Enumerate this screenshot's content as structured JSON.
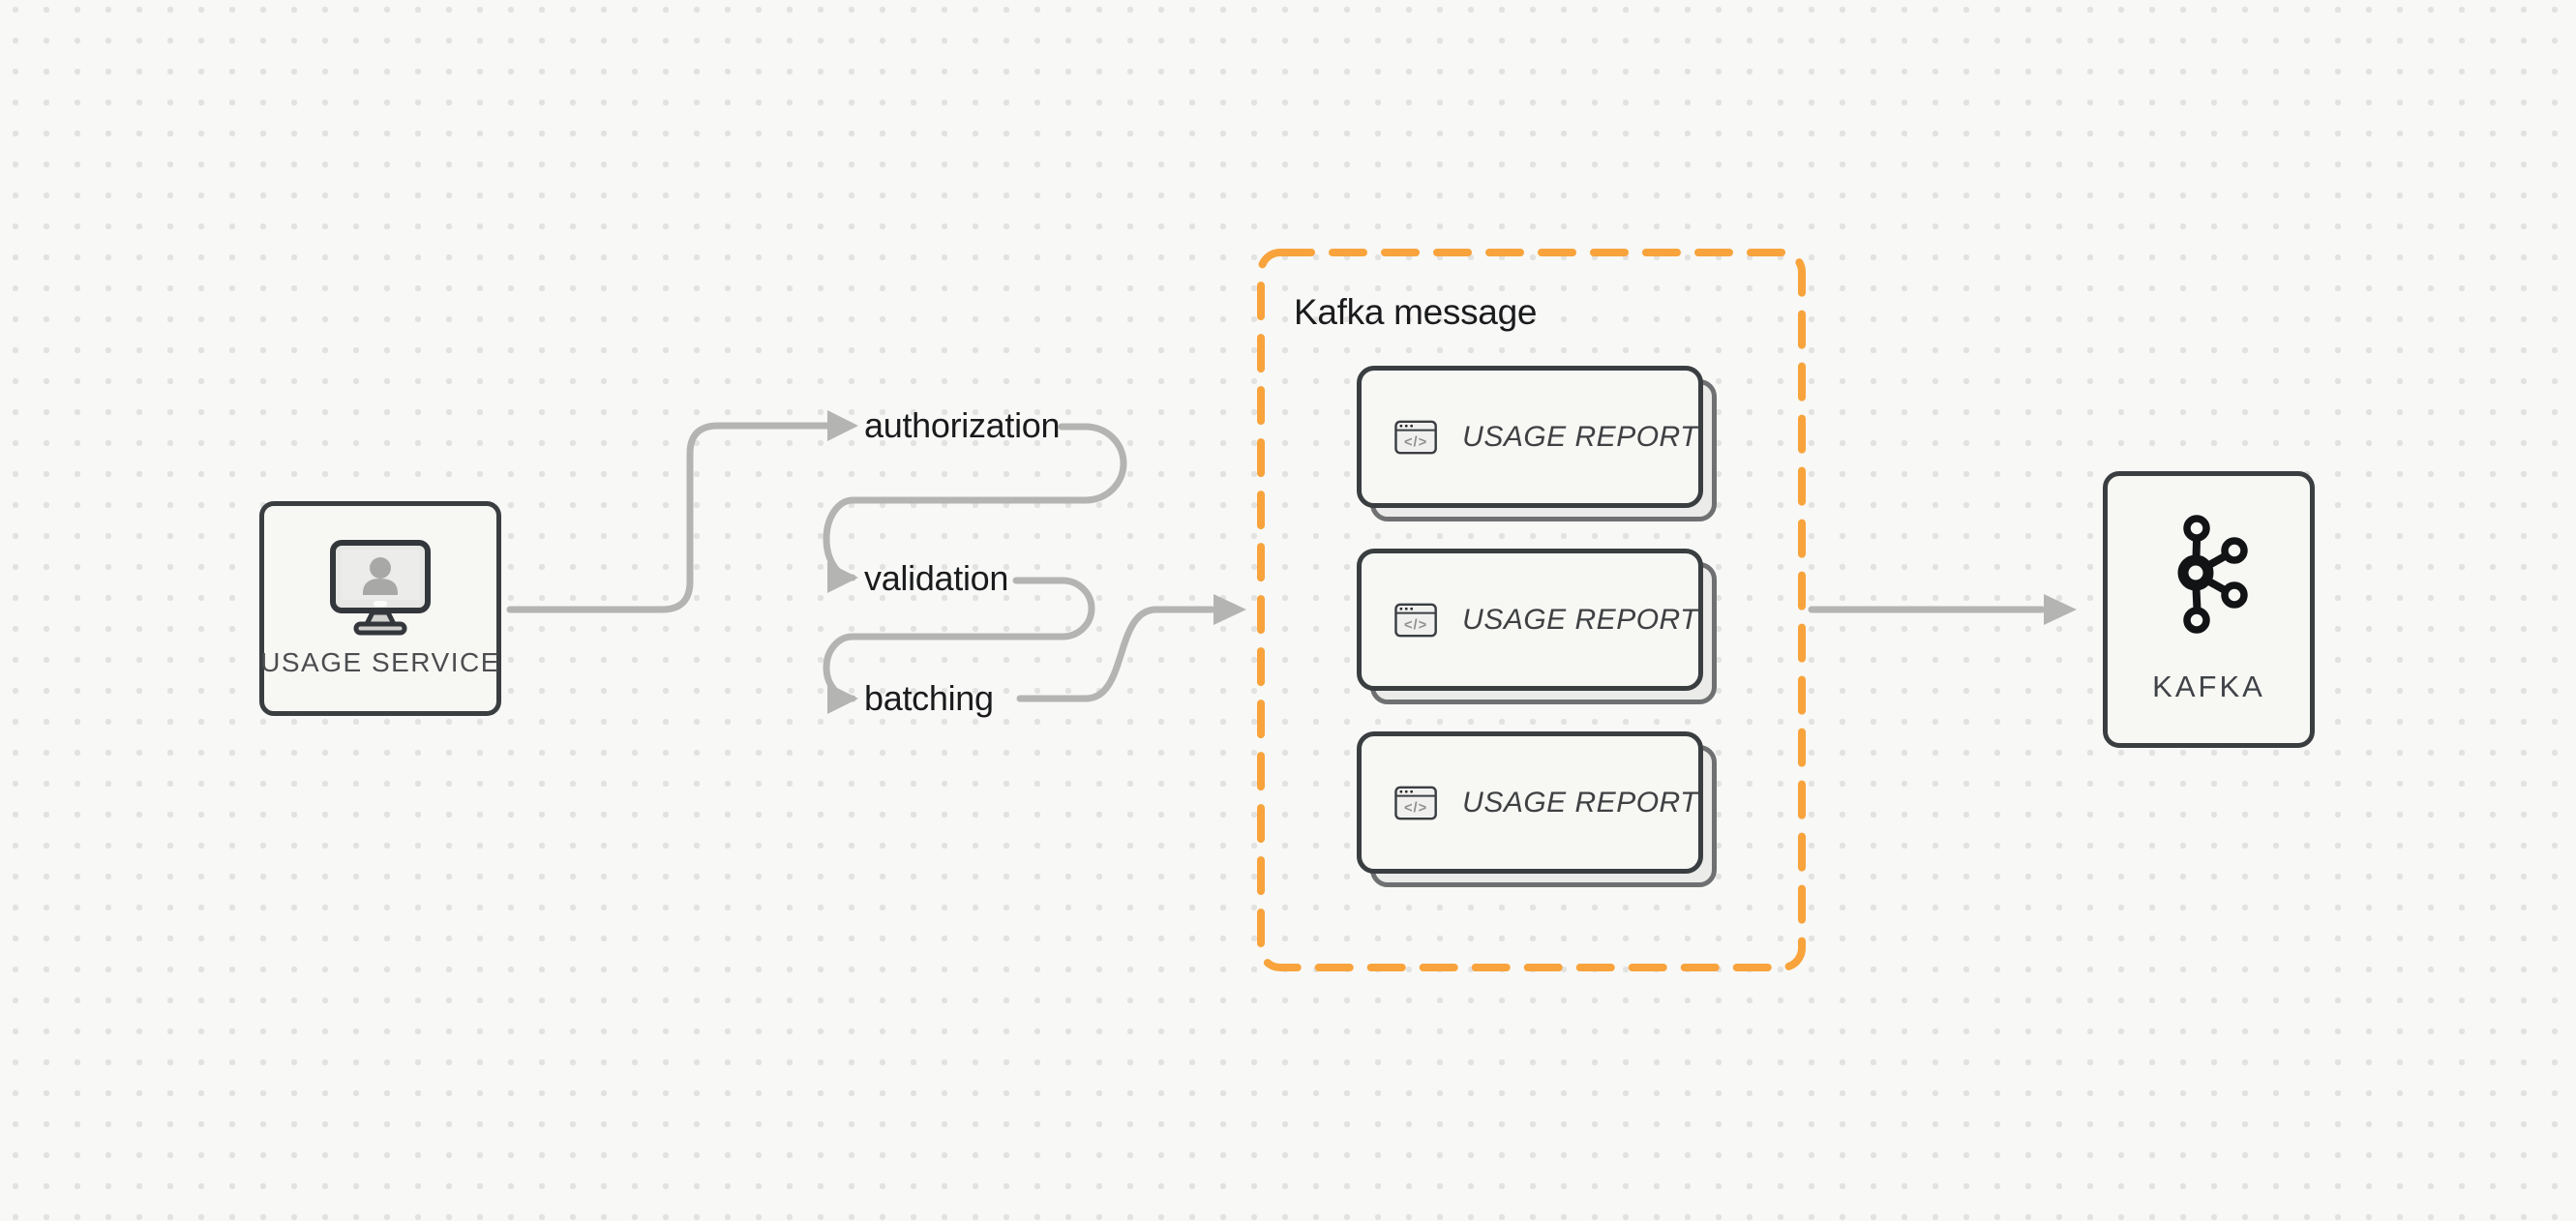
{
  "diagram": {
    "background": "#f8f8f6",
    "dot_grid_color": "#e2e2e0",
    "connector_color": "#b4b4b2",
    "border_color": "#3a3e41",
    "accent_orange": "#f8a33c"
  },
  "nodes": {
    "usage_service": {
      "label": "USAGE SERVICE",
      "icon": "monitor-user-icon"
    },
    "kafka": {
      "label": "KAFKA",
      "icon": "kafka-logo-icon"
    }
  },
  "flow": {
    "steps": [
      {
        "label": "authorization"
      },
      {
        "label": "validation"
      },
      {
        "label": "batching"
      }
    ]
  },
  "kafka_message": {
    "title": "Kafka message",
    "cards": [
      {
        "label": "USAGE REPORT",
        "icon": "code-window-icon"
      },
      {
        "label": "USAGE REPORT",
        "icon": "code-window-icon"
      },
      {
        "label": "USAGE REPORT",
        "icon": "code-window-icon"
      }
    ]
  },
  "icons": {
    "code_glyph": "</>"
  }
}
